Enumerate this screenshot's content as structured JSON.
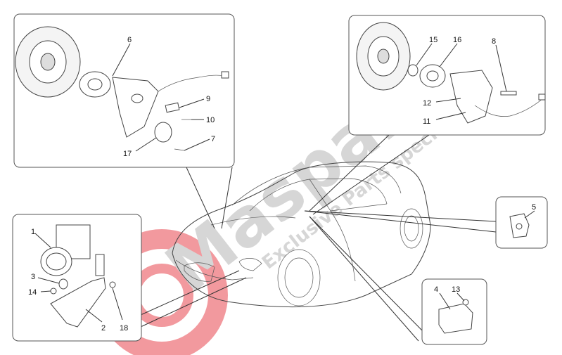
{
  "watermark": {
    "brand": "Masparts",
    "tagline": "Exclusive Parts specialist"
  },
  "callouts": [
    "1",
    "2",
    "3",
    "4",
    "5",
    "6",
    "7",
    "8",
    "9",
    "10",
    "11",
    "12",
    "13",
    "14",
    "15",
    "16",
    "17",
    "18"
  ],
  "colors": {
    "watermark_gray": "#d6d6d6",
    "watermark_red": "#e8474f",
    "line": "#333333"
  }
}
